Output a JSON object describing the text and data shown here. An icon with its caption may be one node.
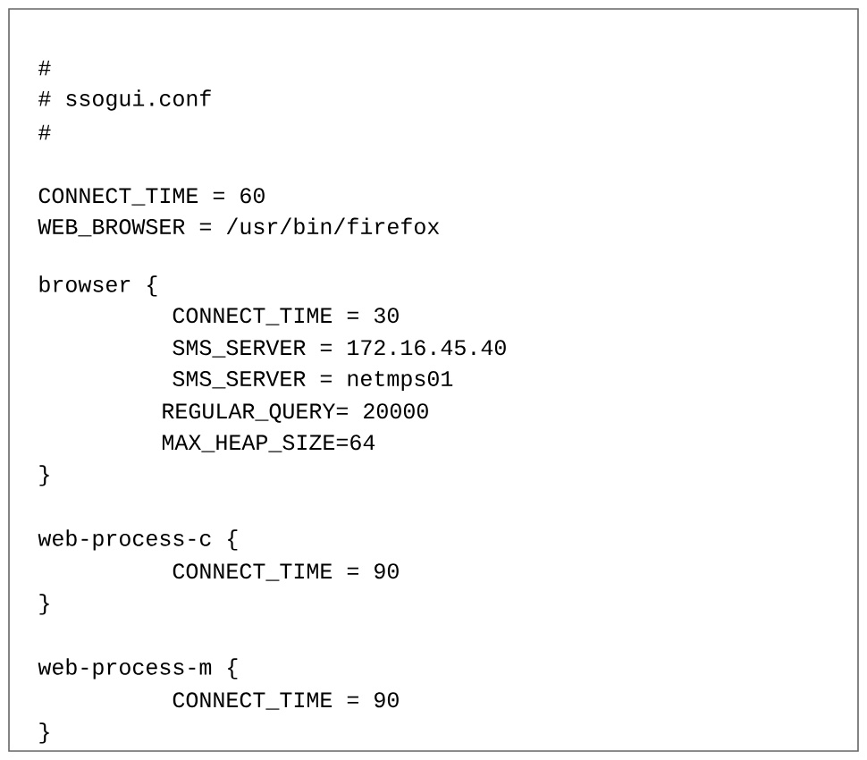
{
  "diagram": {
    "nodes": [
      {
        "text": [
          "#",
          "# ssogui.conf",
          "#",
          "CONNECT_TIME = 60",
          "WEB_BROWSER = /usr/bin/firefox",
          "browser {",
          "CONNECT_TIME = 30",
          "SMS_SERVER = 172.16.45.40",
          "SMS_SERVER = netmps01",
          "REGULAR_QUERY= 20000",
          "MAX_HEAP_SIZE=64",
          "}",
          "web-process-c {",
          "CONNECT_TIME = 90",
          "}",
          "web-process-m {",
          "CONNECT_TIME = 90",
          "}"
        ]
      }
    ]
  }
}
